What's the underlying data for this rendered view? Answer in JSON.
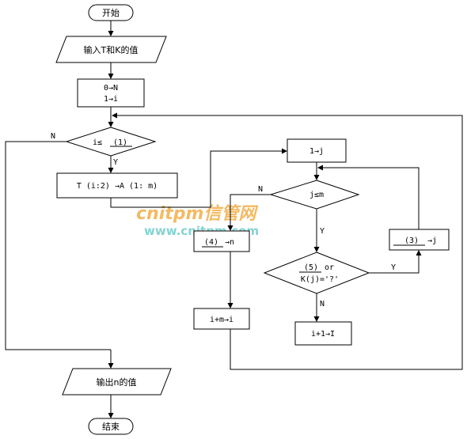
{
  "start": "开始",
  "input": "输入T和K的值",
  "init_line1": "0→N",
  "init_line2": "1→i",
  "cond_i": "i≤",
  "blank1": "(1)",
  "label_N": "N",
  "label_Y": "Y",
  "assign_T": "T (i:2) →A (1: m)",
  "set_j": "1→j",
  "cond_j": "j≤m",
  "blank4": "(4)",
  "assign_n": "→n",
  "blank3": "(3)",
  "assign_j": "→j",
  "blank5": "(5)",
  "or": "or",
  "cond_k": "K(j)='?'",
  "inc_I": "i+1→I",
  "inc_i": "i+m→i",
  "output": "输出n的值",
  "end": "结束",
  "watermark1": "cnitpm信管网",
  "watermark2": "www.cnitpm.com"
}
